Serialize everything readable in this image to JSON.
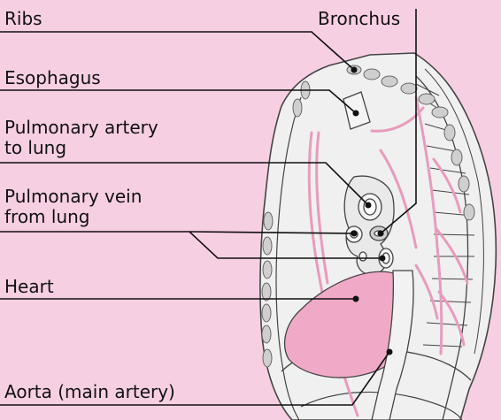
{
  "background_color": "#f7cfe3",
  "organ_fill": "#f0f0f0",
  "outline_color": "#444444",
  "vessel_color": "#e89bbd",
  "heart_color": "#f1a9c8",
  "labels": {
    "ribs": "Ribs",
    "bronchus": "Bronchus",
    "esophagus": "Esophagus",
    "pulmonary_artery_line1": "Pulmonary artery",
    "pulmonary_artery_line2": "to lung",
    "pulmonary_vein_line1": "Pulmonary vein",
    "pulmonary_vein_line2": "from lung",
    "heart": "Heart",
    "aorta": "Aorta (main artery)"
  }
}
